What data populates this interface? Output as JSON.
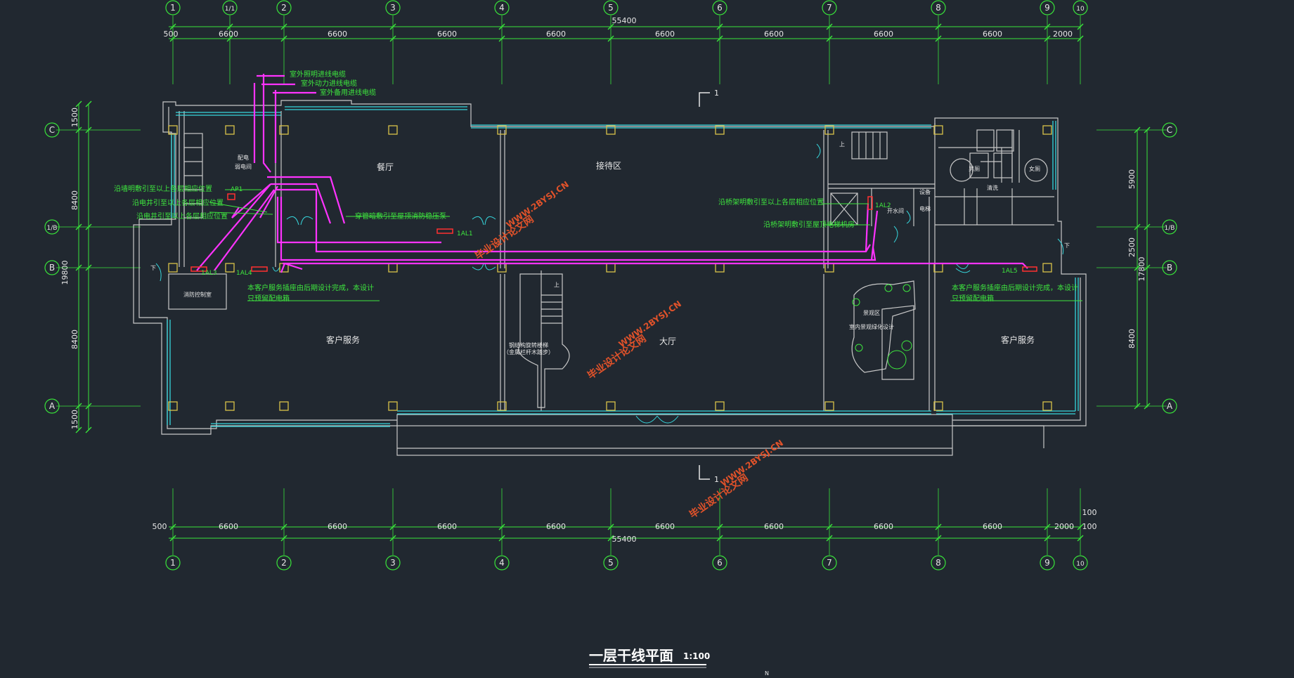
{
  "colors": {
    "background": "#212830",
    "dimension": "#39e33a",
    "wall": "#c8c8c8",
    "window": "#36d6dc",
    "trunk": "#ff33ff",
    "panel": "#ff3030",
    "column": "#d8c24a",
    "annotation": "#3ee63e",
    "label": "#e6e6e6",
    "watermark": "#e0522a"
  },
  "grid": {
    "top_axes": [
      "1",
      "1/1",
      "2",
      "3",
      "4",
      "5",
      "6",
      "7",
      "8",
      "9",
      "10"
    ],
    "bottom_axes": [
      "1",
      "2",
      "3",
      "4",
      "5",
      "6",
      "7",
      "8",
      "9",
      "10"
    ],
    "left_axes": [
      "C",
      "1/B",
      "B",
      "A"
    ],
    "right_axes": [
      "C",
      "1/B",
      "B",
      "A"
    ]
  },
  "dimensions": {
    "top_spans": [
      "500",
      "6600",
      "6600",
      "6600",
      "6600",
      "6600",
      "6600",
      "6600",
      "6600",
      "2000"
    ],
    "top_total": "55400",
    "bottom_spans": [
      "500",
      "6600",
      "6600",
      "6600",
      "6600",
      "6600",
      "6600",
      "6600",
      "6600",
      "2000"
    ],
    "bottom_total": "55400",
    "bottom_extra": [
      "100",
      "100"
    ],
    "left_spans": [
      "1500",
      "8400",
      "8400",
      "1500"
    ],
    "left_total": "19800",
    "right_spans": [
      "5900",
      "2500",
      "8400"
    ],
    "right_total": "17800"
  },
  "rooms": {
    "kitchen": "餐厅",
    "reception": "接待区",
    "lobby": "大厅",
    "service_left": "客户服务",
    "service_right": "客户服务",
    "men_wc": "男厕",
    "women_wc": "女厕",
    "wash": "清洗",
    "fire_control": "消防控制室",
    "water_room": "开水间",
    "equipment": "设备",
    "lift": "电梯",
    "garden": "景观区",
    "garden_note": "室内景观绿化设计",
    "stair_note": "钢结构旋转楼梯",
    "stair_note2": "（金属栏杆木踏步）",
    "up_mark": "上",
    "down_mark": "下",
    "shaft_label": "配电",
    "shaft_label2": "弱电间",
    "section_mark": "1"
  },
  "annotations": {
    "cable_lighting": "室外照明进线电缆",
    "cable_power": "室外动力进线电缆",
    "cable_backup": "室外备用进线电缆",
    "wall_up": "沿墙明敷引至以上各层相应位置",
    "shaft_up1": "沿电井引至以上各层相应位置",
    "shaft_up2": "沿电井引至以上各层相应位置",
    "pipe_roof": "穿管暗敷引至屋顶消防稳压泵",
    "tray_up": "沿桥架明敷引至以上各层相应位置",
    "tray_lift": "沿桥架明敷引至屋顶电梯机房",
    "note_left_1": "本客户服务插座由后期设计完成，本设计",
    "note_left_2": "只预留配电箱",
    "note_right_1": "本客户服务插座由后期设计完成，本设计",
    "note_right_2": "只预留配电箱"
  },
  "panels": {
    "ap1": "AP1",
    "al1": "1AL1",
    "al2": "1AL2",
    "al3": "1AL3",
    "al4": "1AL4",
    "al5": "1AL5"
  },
  "watermark": {
    "text1": "毕业设计论文网",
    "text2": "WWW.2BYSJ.CN"
  },
  "title": {
    "main": "一层干线平面",
    "scale": "1:100",
    "north": "N"
  }
}
